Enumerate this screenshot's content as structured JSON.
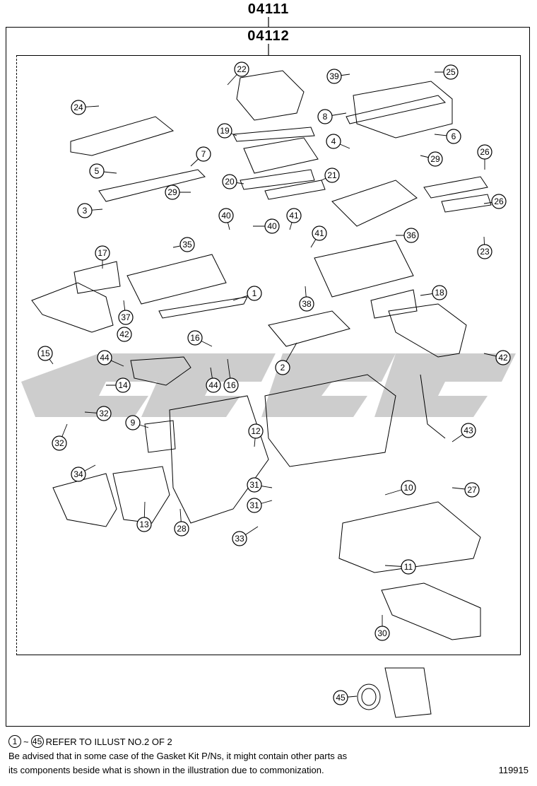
{
  "assembly_code": "04111",
  "subassembly_code": "04112",
  "callouts": [
    {
      "n": "1"
    },
    {
      "n": "2"
    },
    {
      "n": "3"
    },
    {
      "n": "4"
    },
    {
      "n": "5"
    },
    {
      "n": "6"
    },
    {
      "n": "7"
    },
    {
      "n": "8"
    },
    {
      "n": "9"
    },
    {
      "n": "10"
    },
    {
      "n": "11"
    },
    {
      "n": "12"
    },
    {
      "n": "13"
    },
    {
      "n": "14"
    },
    {
      "n": "15"
    },
    {
      "n": "16"
    },
    {
      "n": "16"
    },
    {
      "n": "17"
    },
    {
      "n": "18"
    },
    {
      "n": "19"
    },
    {
      "n": "20"
    },
    {
      "n": "21"
    },
    {
      "n": "22"
    },
    {
      "n": "23"
    },
    {
      "n": "24"
    },
    {
      "n": "25"
    },
    {
      "n": "26"
    },
    {
      "n": "26"
    },
    {
      "n": "27"
    },
    {
      "n": "28"
    },
    {
      "n": "29"
    },
    {
      "n": "29"
    },
    {
      "n": "30"
    },
    {
      "n": "31"
    },
    {
      "n": "31"
    },
    {
      "n": "32"
    },
    {
      "n": "32"
    },
    {
      "n": "33"
    },
    {
      "n": "34"
    },
    {
      "n": "35"
    },
    {
      "n": "36"
    },
    {
      "n": "37"
    },
    {
      "n": "38"
    },
    {
      "n": "39"
    },
    {
      "n": "40"
    },
    {
      "n": "40"
    },
    {
      "n": "41"
    },
    {
      "n": "41"
    },
    {
      "n": "42"
    },
    {
      "n": "42"
    },
    {
      "n": "43"
    },
    {
      "n": "44"
    },
    {
      "n": "44"
    },
    {
      "n": "45"
    }
  ],
  "footer": {
    "range_start": "1",
    "range_sep": "~",
    "range_end": "45",
    "refer_text": "REFER TO ILLUST NO.2 OF 2",
    "advice_line1": "Be advised that in some case of the Gasket Kit P/Ns,  it might contain other parts as",
    "advice_line2": "its components beside what is shown in the illustration due to commonization.",
    "illustration_number": "119915"
  },
  "colors": {
    "line": "#000000",
    "watermark": "#c8c8c8"
  }
}
